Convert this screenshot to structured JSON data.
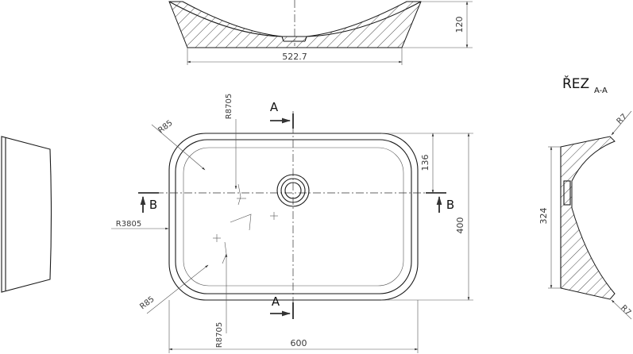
{
  "top_view": {
    "width_dim": "522.7",
    "height_dim": "120"
  },
  "plan_view": {
    "width_dim": "600",
    "height_dim": "400",
    "offset_dim": "136",
    "corner_radius_tl": "R85",
    "corner_radius_bl": "R85",
    "side_radius": "R3805",
    "edge_radius_top": "R8705",
    "edge_radius_bottom": "R8705",
    "section_mark_top": "A",
    "section_mark_bottom": "A",
    "section_mark_left": "B",
    "section_mark_right": "B"
  },
  "section_view": {
    "title": "ŘEZ",
    "title_suffix": "A-A",
    "height_dim": "324",
    "radius_top": "R7",
    "radius_bottom": "R7"
  }
}
